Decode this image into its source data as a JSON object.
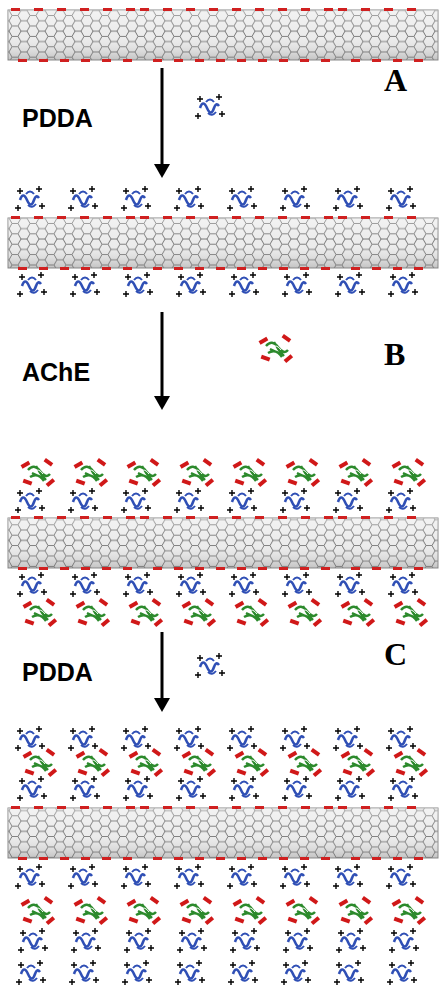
{
  "diagram": {
    "labels": [
      "PDDA",
      "A",
      "AChE",
      "B",
      "PDDA",
      "C"
    ]
  }
}
